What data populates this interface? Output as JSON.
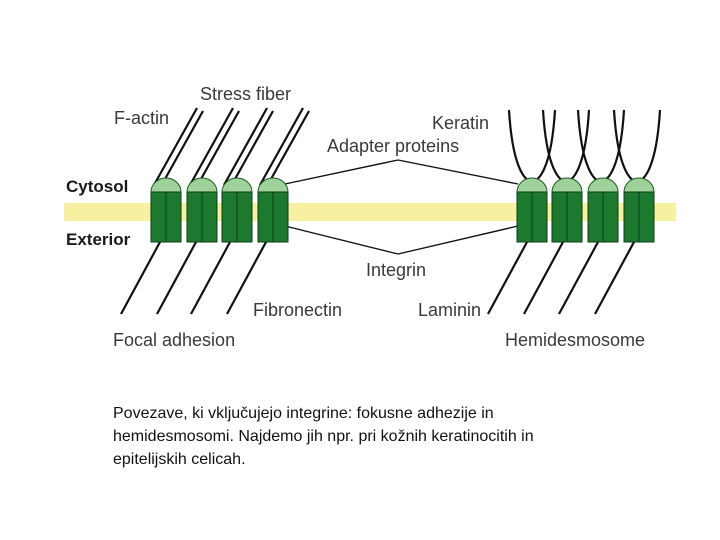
{
  "diagram": {
    "labels": {
      "stress_fiber": "Stress fiber",
      "f_actin": "F-actin",
      "keratin": "Keratin",
      "adapter_proteins": "Adapter proteins",
      "cytosol": "Cytosol",
      "exterior": "Exterior",
      "integrin": "Integrin",
      "fibronectin": "Fibronectin",
      "laminin": "Laminin",
      "focal_adhesion": "Focal adhesion",
      "hemidesmosome": "Hemidesmosome"
    },
    "colors": {
      "membrane": "#f7f0a0",
      "integrin_dark": "#1b7a2e",
      "adapter_light": "#9fd29a",
      "line": "#111111"
    }
  },
  "caption": "Povezave, ki vključujejo integrine: fokusne adhezije in hemidesmosomi. Najdemo jih npr. pri kožnih keratinocitih in epitelijskih celicah."
}
